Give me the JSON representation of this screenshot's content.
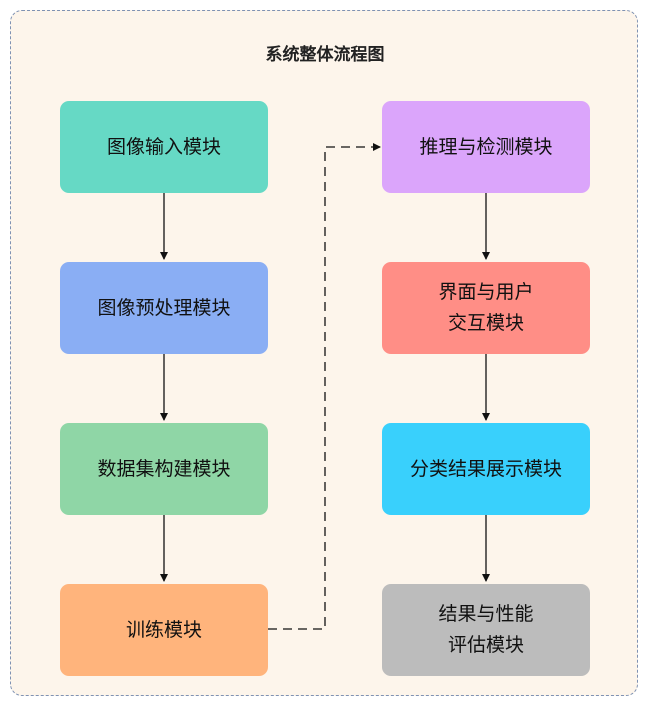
{
  "title": "系统整体流程图",
  "nodes": {
    "image_input": "图像输入模块",
    "preprocessing": "图像预处理模块",
    "dataset_build": "数据集构建模块",
    "training": "训练模块",
    "inference_detection": "推理与检测模块",
    "ui_interaction": "界面与用户\n交互模块",
    "result_display": "分类结果展示模块",
    "evaluation": "结果与性能\n评估模块"
  },
  "colors": {
    "image_input": "#66d9c5",
    "preprocessing": "#8aaef4",
    "dataset_build": "#8fd6a6",
    "training": "#ffb47c",
    "inference_detection": "#dba5fb",
    "ui_interaction": "#ff8e86",
    "result_display": "#39d0fc",
    "evaluation": "#bcbcbc"
  }
}
